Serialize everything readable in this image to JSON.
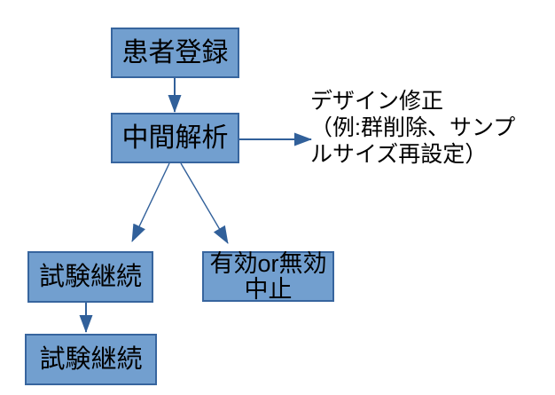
{
  "diagram": {
    "colors": {
      "background": "#ffffff",
      "node_fill": "#729FCF",
      "node_border": "#37659E",
      "arrow": "#31609A",
      "text": "#000000"
    },
    "nodes": {
      "patient_registration": {
        "label": "患者登録"
      },
      "interim_analysis": {
        "label": "中間解析"
      },
      "trial_continuation_mid": {
        "label": "試験継続"
      },
      "efficacy_futility_stop": {
        "label_line1": "有効or無効",
        "label_line2": "中止"
      },
      "trial_continuation_final": {
        "label": "試験継続"
      }
    },
    "annotation": {
      "line1": "デザイン修正",
      "line2": "（例:群削除、サンプ",
      "line3": "ルサイズ再設定）"
    }
  }
}
